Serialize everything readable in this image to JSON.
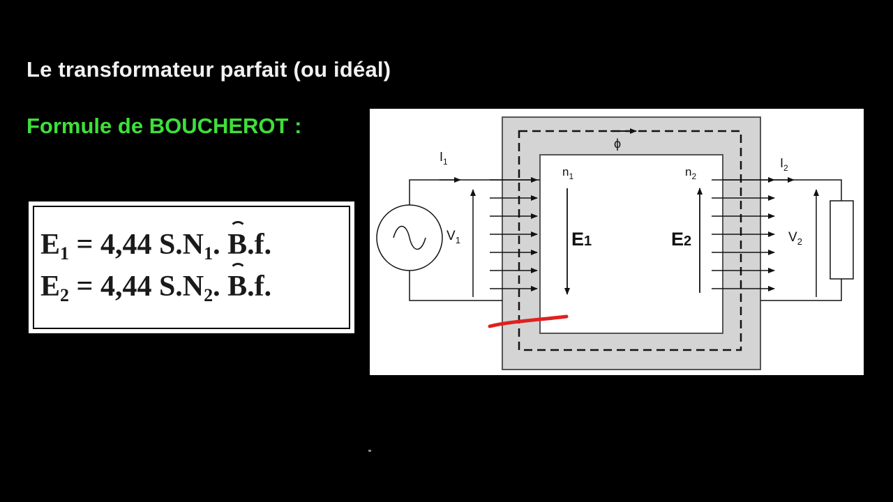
{
  "title": "Le transformateur parfait (ou idéal)",
  "subtitle": "Formule de BOUCHEROT :",
  "formulas": {
    "line1": {
      "lhs": "E",
      "lhs_sub": "1",
      "eq": " = 4,44 S.N",
      "n_sub": "1",
      "dot": ". ",
      "b": "B",
      "rest": ".f."
    },
    "line2": {
      "lhs": "E",
      "lhs_sub": "2",
      "eq": " = 4,44 S.N",
      "n_sub": "2",
      "dot": ". ",
      "b": "B",
      "rest": ".f."
    }
  },
  "diagram": {
    "phi": "ϕ",
    "i1": "I",
    "i1_sub": "1",
    "i2": "I",
    "i2_sub": "2",
    "n1": "n",
    "n1_sub": "1",
    "n2": "n",
    "n2_sub": "2",
    "v1": "V",
    "v1_sub": "1",
    "v2": "V",
    "v2_sub": "2",
    "e1": "E",
    "e1_sub": "1",
    "e2": "E",
    "e2_sub": "2"
  },
  "colors": {
    "title": "#f2f2f2",
    "subtitle": "#3ee03a",
    "core": "#d4d4d4",
    "annotation": "#e02020"
  }
}
